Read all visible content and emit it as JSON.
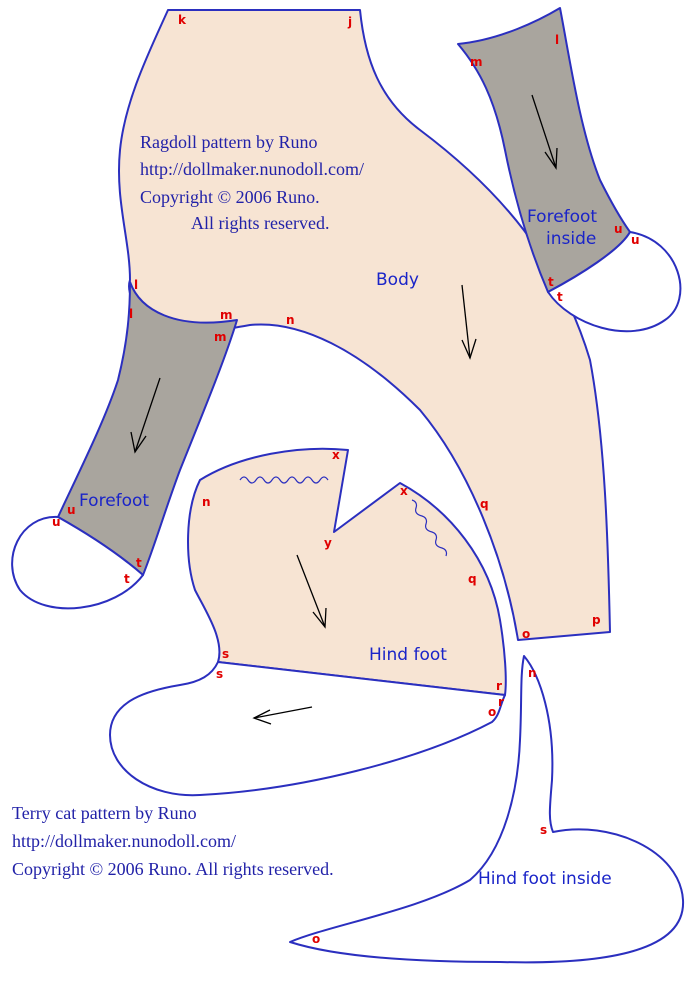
{
  "credits": {
    "ragdoll": {
      "line1": "Ragdoll pattern by Runo",
      "line2": "http://dollmaker.nunodoll.com/",
      "line3": "Copyright © 2006 Runo.",
      "line4": "All rights reserved."
    },
    "terry": {
      "line1": "Terry cat  pattern by Runo",
      "line2": "http://dollmaker.nunodoll.com/",
      "line3": "Copyright © 2006 Runo. All rights reserved."
    }
  },
  "pieces": {
    "body": "Body",
    "forefoot": "Forefoot",
    "forefoot_inside_1": "Forefoot",
    "forefoot_inside_2": "inside",
    "hind_foot": "Hind foot",
    "hind_foot_inside": "Hind foot inside"
  },
  "points": {
    "k": "k",
    "j": "j",
    "l": "l",
    "m": "m",
    "n": "n",
    "o": "o",
    "p": "p",
    "q": "q",
    "r": "r",
    "s": "s",
    "t": "t",
    "u": "u",
    "x": "x",
    "y": "y"
  },
  "colors": {
    "body_fill": "#f7e4d3",
    "grey_fill": "#a9a59e",
    "outline": "#2b2fbf",
    "point_label": "#e00000",
    "piece_label": "#1a24c8",
    "credit_text": "#2222a8"
  }
}
